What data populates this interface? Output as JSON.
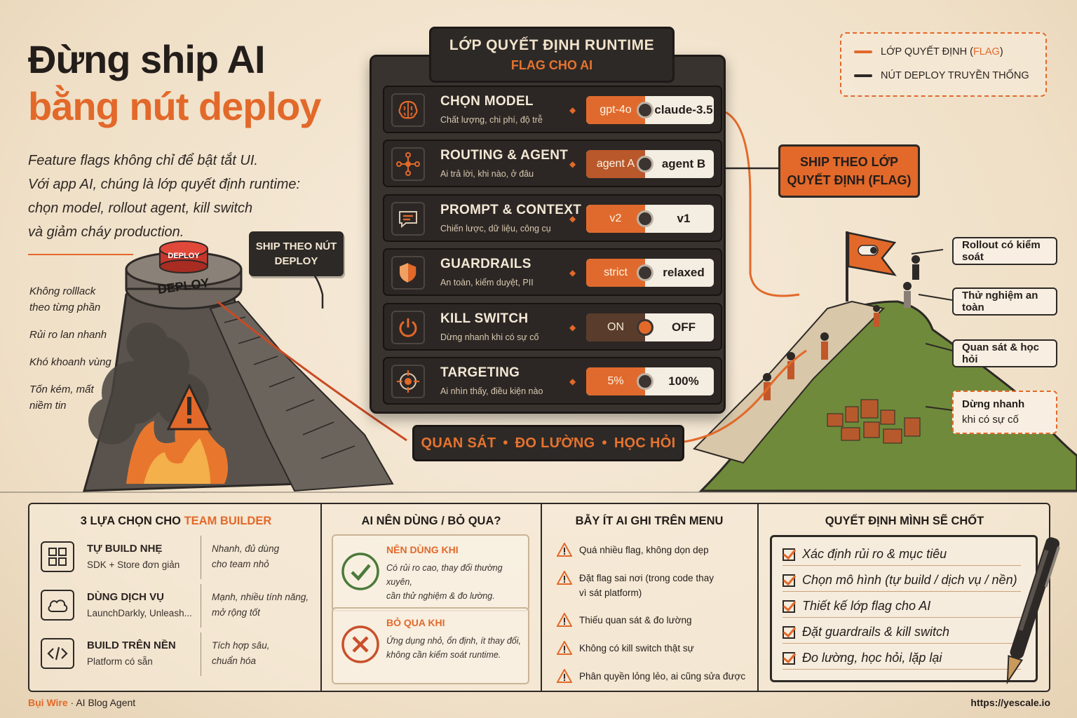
{
  "headline": {
    "line1": "Đừng ship AI",
    "line2": "bằng nút deploy"
  },
  "intro": {
    "line1": "Feature flags không chỉ để bật tắt UI.",
    "line2": "Với app AI, chúng là lớp quyết định runtime:",
    "line3": "chọn model, rollout agent, kill switch",
    "line4": "và giảm cháy production."
  },
  "deploy_button": {
    "top_label": "DEPLOY",
    "base_label": "DEPLOY"
  },
  "pains": [
    "Không rolllack theo từng phần",
    "Rủi ro lan nhanh",
    "Khó khoanh vùng",
    "Tốn kém, mất niềm tin"
  ],
  "ship_button_label": {
    "line1": "SHIP THEO NÚT",
    "line2": "DEPLOY"
  },
  "panel": {
    "title": "LỚP QUYẾT ĐỊNH RUNTIME",
    "subtitle": "FLAG CHO AI",
    "rows": [
      {
        "name": "CHỌN MODEL",
        "desc": "Chất lượng, chi phí, độ trễ",
        "on": "gpt-4o",
        "off": "claude-3.5",
        "icon": "brain-icon"
      },
      {
        "name": "ROUTING & AGENT",
        "desc": "Ai trả lời, khi nào, ở đâu",
        "on": "agent A",
        "off": "agent B",
        "icon": "routing-icon"
      },
      {
        "name": "PROMPT & CONTEXT",
        "desc": "Chiến lược, dữ liệu, công cụ",
        "on": "v2",
        "off": "v1",
        "icon": "chat-icon"
      },
      {
        "name": "GUARDRAILS",
        "desc": "An toàn, kiểm duyệt, PII",
        "on": "strict",
        "off": "relaxed",
        "icon": "shield-icon"
      },
      {
        "name": "KILL SWITCH",
        "desc": "Dừng nhanh khi có sự cố",
        "on": "ON",
        "off": "OFF",
        "icon": "power-icon"
      },
      {
        "name": "TARGETING",
        "desc": "Ai nhìn thấy, điều kiện nào",
        "on": "5%",
        "off": "100%",
        "icon": "target-icon"
      }
    ],
    "banner": [
      "QUAN SÁT",
      "ĐO LƯỜNG",
      "HỌC HỎI"
    ],
    "banner_sep": "•"
  },
  "legend": {
    "item1_prefix": "LỚP QUYẾT ĐỊNH (",
    "item1_hl": "FLAG",
    "item1_suffix": ")",
    "item2": "NÚT DEPLOY TRUYỀN THỐNG",
    "colors": {
      "flag": "#e2692a",
      "deploy": "#2d2926"
    }
  },
  "ship_flag_label": {
    "line1": "SHIP THEO LỚP",
    "line2": "QUYẾT ĐỊNH (FLAG)"
  },
  "callouts": {
    "c1": "Rollout có kiểm soát",
    "c2": "Thử nghiệm an toàn",
    "c3": "Quan sát & học hỏi",
    "c4_line1": "Dừng nhanh",
    "c4_line2": "khi có sự cố"
  },
  "options": {
    "title_prefix": "3 LỰA CHỌN CHO ",
    "title_hl": "TEAM BUILDER",
    "items": [
      {
        "name": "TỰ BUILD NHẸ",
        "sub": "SDK + Store đơn giản",
        "d1": "Nhanh, đủ dùng",
        "d2": "cho team nhỏ",
        "icon": "grid-icon"
      },
      {
        "name": "DÙNG DỊCH VỤ",
        "sub": "LaunchDarkly, Unleash...",
        "d1": "Mạnh, nhiều tính năng,",
        "d2": "mở rộng tốt",
        "icon": "cloud-icon"
      },
      {
        "name": "BUILD TRÊN NỀN",
        "sub": "Platform có sẵn",
        "d1": "Tích hợp sâu,",
        "d2": "chuẩn hóa",
        "icon": "code-icon"
      }
    ]
  },
  "who": {
    "title": "AI NÊN DÙNG / BỎ QUA?",
    "use": {
      "title": "NÊN DÙNG KHI",
      "line1": "Có rủi ro cao, thay đổi thường xuyên,",
      "line2": "cần thử nghiệm & đo lường."
    },
    "skip": {
      "title": "BỎ QUA KHI",
      "line1": "Ứng dụng nhỏ, ổn định, ít thay đổi,",
      "line2": "không cần kiểm soát runtime."
    }
  },
  "traps": {
    "title": "BẪY ÍT AI GHI TRÊN MENU",
    "items": [
      {
        "l1": "Quá nhiều flag, không dọn dẹp",
        "l2": ""
      },
      {
        "l1": "Đặt flag sai nơi (trong code thay",
        "l2": "vì sát platform)"
      },
      {
        "l1": "Thiếu quan sát & đo lường",
        "l2": ""
      },
      {
        "l1": "Không có kill switch thật sự",
        "l2": ""
      },
      {
        "l1": "Phân quyền lỏng lẻo, ai cũng sửa được",
        "l2": ""
      }
    ]
  },
  "decisions": {
    "title": "QUYẾT ĐỊNH MÌNH SẼ CHỐT",
    "items": [
      "Xác định rủi ro & mục tiêu",
      "Chọn mô hình (tự build / dịch vụ / nền)",
      "Thiết kế lớp flag cho AI",
      "Đặt guardrails & kill switch",
      "Đo lường, học hỏi, lặp lại"
    ]
  },
  "footer": {
    "brand": "Bụi Wire",
    "sep": " · ",
    "agent": "AI Blog Agent",
    "url": "https://yescale.io"
  }
}
